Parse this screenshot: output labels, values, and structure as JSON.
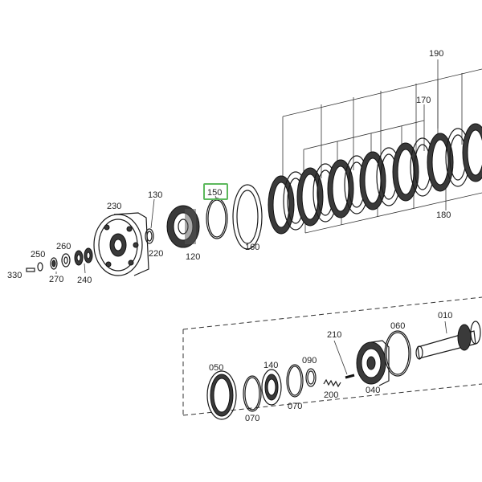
{
  "labels": {
    "p190": "190",
    "p170": "170",
    "p180": "180",
    "p230": "230",
    "p130": "130",
    "p150": "150",
    "p160": "160",
    "p120": "120",
    "p220": "220",
    "p250": "250",
    "p260": "260",
    "p330": "330",
    "p270": "270",
    "p240": "240",
    "p210": "210",
    "p010": "010",
    "p060": "060",
    "p050": "050",
    "p140": "140",
    "p090": "090",
    "p070a": "070",
    "p070b": "070",
    "p200": "200",
    "p040": "040"
  },
  "highlight": {
    "part": "150",
    "color": "#5cb85c"
  },
  "colors": {
    "line": "#1a1a1a",
    "highlight": "#5cb85c"
  }
}
